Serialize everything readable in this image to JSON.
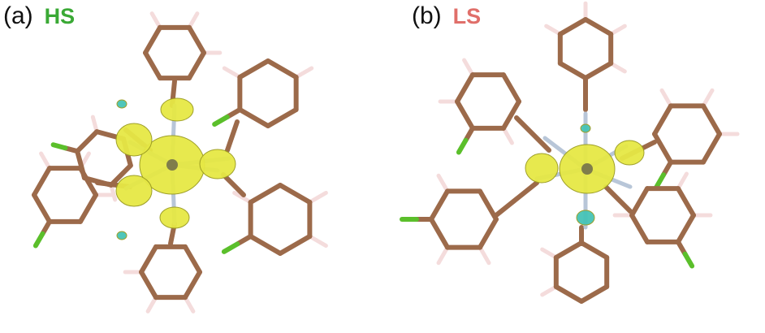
{
  "panels": [
    {
      "letter": "(a)",
      "state": "HS",
      "state_color": "#3aa935"
    },
    {
      "letter": "(b)",
      "state": "LS",
      "state_color": "#e06f6a"
    }
  ],
  "colors": {
    "carbon_bond": "#9c6a4a",
    "hydrogen": "#f4dcdc",
    "chlorine": "#5bbf2b",
    "nitrogen": "#b8c6d8",
    "density_positive": "#e6e845",
    "density_negative": "#46c3b7",
    "metal_center": "#7f7d4b"
  }
}
